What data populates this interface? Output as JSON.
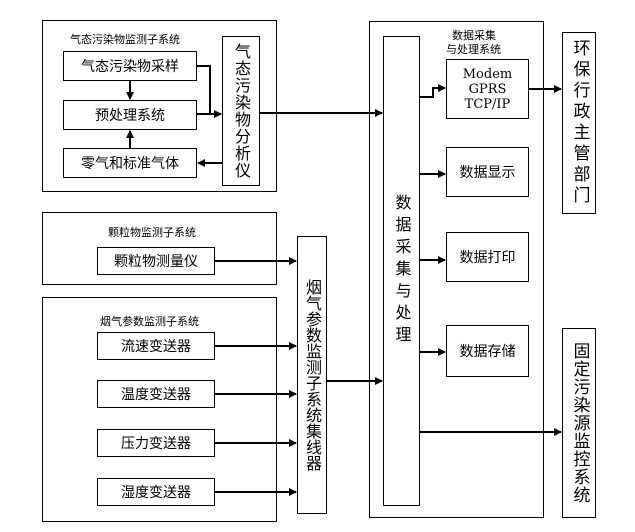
{
  "gas_subsystem": {
    "title": "气态污染物监测子系统",
    "sampling": "气态污染物采样",
    "preprocess": "预处理系统",
    "zero_gas": "零气和标准气体",
    "analyzer": "气态污染物分析仪"
  },
  "particulate_subsystem": {
    "title": "颗粒物监测子系统",
    "meter": "颗粒物测量仪"
  },
  "flue_subsystem": {
    "title": "烟气参数监测子系统",
    "transmitters": [
      "流速变送器",
      "温度变送器",
      "压力变送器",
      "湿度变送器"
    ],
    "collector": "烟气参数监测子系统集线器"
  },
  "data_system": {
    "title_line1": "数据采集",
    "title_line2": "与处理系统",
    "processor": "数据采集与处理",
    "modem_lines": [
      "Modem",
      "GPRS",
      "TCP/IP"
    ],
    "display": "数据显示",
    "print": "数据打印",
    "storage": "数据存储"
  },
  "outputs": {
    "authority": "环保行政主管部门",
    "fixed_source": "固定污染源监控系统"
  }
}
